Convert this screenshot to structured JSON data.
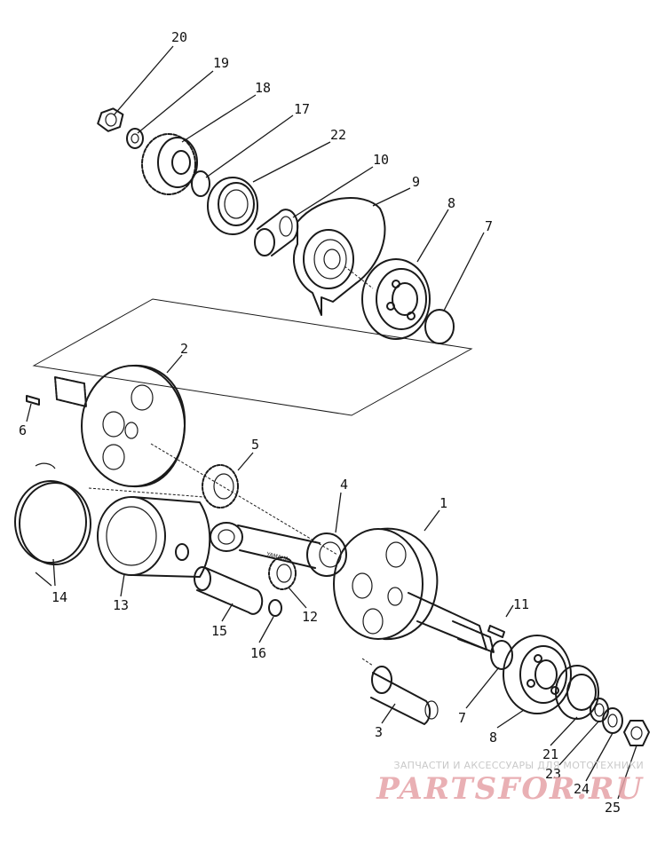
{
  "labels": [
    {
      "id": "20",
      "text": "20"
    },
    {
      "id": "19",
      "text": "19"
    },
    {
      "id": "18",
      "text": "18"
    },
    {
      "id": "17",
      "text": "17"
    },
    {
      "id": "22",
      "text": "22"
    },
    {
      "id": "10",
      "text": "10"
    },
    {
      "id": "9",
      "text": "9"
    },
    {
      "id": "8a",
      "text": "8"
    },
    {
      "id": "7a",
      "text": "7"
    },
    {
      "id": "2",
      "text": "2"
    },
    {
      "id": "6",
      "text": "6"
    },
    {
      "id": "5",
      "text": "5"
    },
    {
      "id": "4",
      "text": "4"
    },
    {
      "id": "1",
      "text": "1"
    },
    {
      "id": "14",
      "text": "14"
    },
    {
      "id": "13",
      "text": "13"
    },
    {
      "id": "15",
      "text": "15"
    },
    {
      "id": "16",
      "text": "16"
    },
    {
      "id": "12",
      "text": "12"
    },
    {
      "id": "11",
      "text": "11"
    },
    {
      "id": "7b",
      "text": "7"
    },
    {
      "id": "8b",
      "text": "8"
    },
    {
      "id": "3",
      "text": "3"
    },
    {
      "id": "21",
      "text": "21"
    },
    {
      "id": "23",
      "text": "23"
    },
    {
      "id": "24",
      "text": "24"
    },
    {
      "id": "25",
      "text": "25"
    }
  ],
  "rod_marking": "YAMAHA",
  "watermark": {
    "top_text": "ЗАПЧАСТИ И АКСЕССУАРЫ ДЛЯ МОТОТЕХНИКИ",
    "logo_text": "PARTSFOR.RU"
  }
}
